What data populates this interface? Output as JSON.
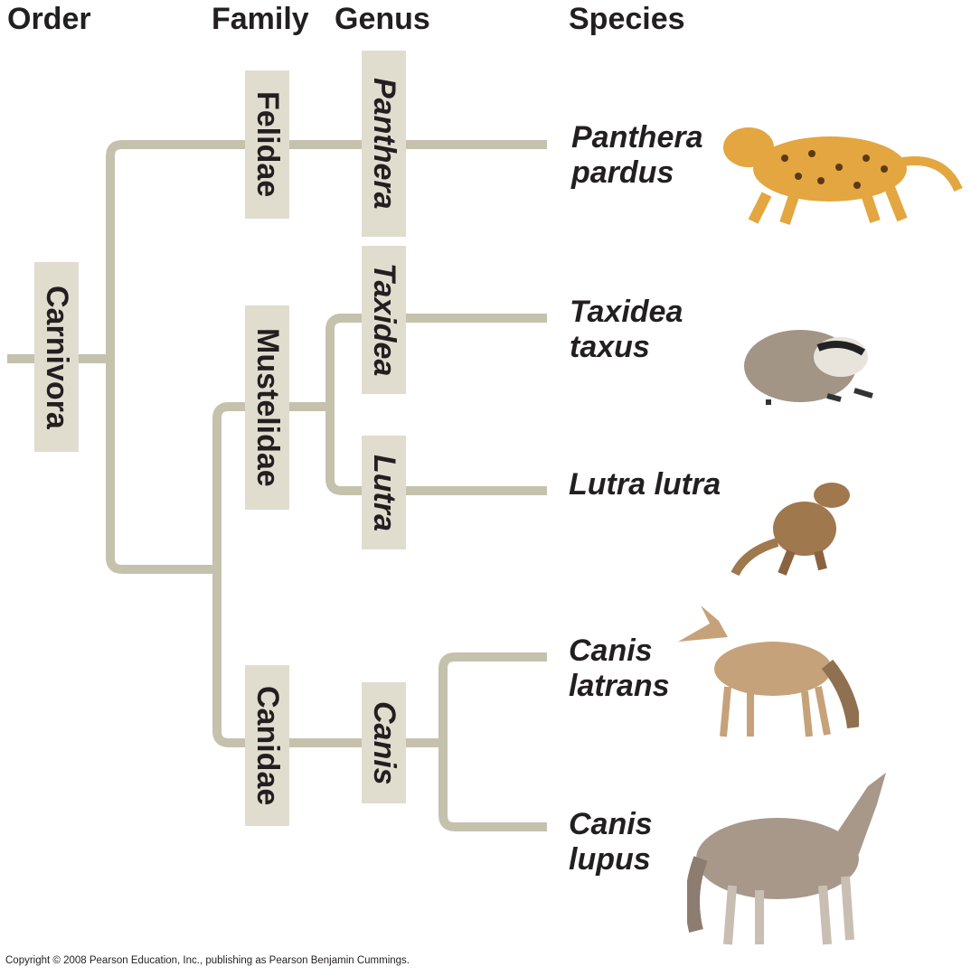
{
  "headers": {
    "order": "Order",
    "family": "Family",
    "genus": "Genus",
    "species": "Species"
  },
  "order": {
    "name": "Carnivora"
  },
  "families": [
    {
      "name": "Felidae"
    },
    {
      "name": "Mustelidae"
    },
    {
      "name": "Canidae"
    }
  ],
  "genera": [
    {
      "name": "Panthera"
    },
    {
      "name": "Taxidea"
    },
    {
      "name": "Lutra"
    },
    {
      "name": "Canis"
    }
  ],
  "species": [
    {
      "line1": "Panthera",
      "line2": "pardus",
      "animal": "leopard"
    },
    {
      "line1": "Taxidea",
      "line2": "taxus",
      "animal": "badger"
    },
    {
      "line1": "Lutra lutra",
      "animal": "otter"
    },
    {
      "line1": "Canis",
      "line2": "latrans",
      "animal": "coyote"
    },
    {
      "line1": "Canis",
      "line2": "lupus",
      "animal": "wolf"
    }
  ],
  "colors": {
    "line": "#c4c2ad",
    "box": "#e0ddcf",
    "text": "#231f20"
  },
  "copyright": "Copyright © 2008 Pearson Education, Inc., publishing as Pearson Benjamin Cummings."
}
